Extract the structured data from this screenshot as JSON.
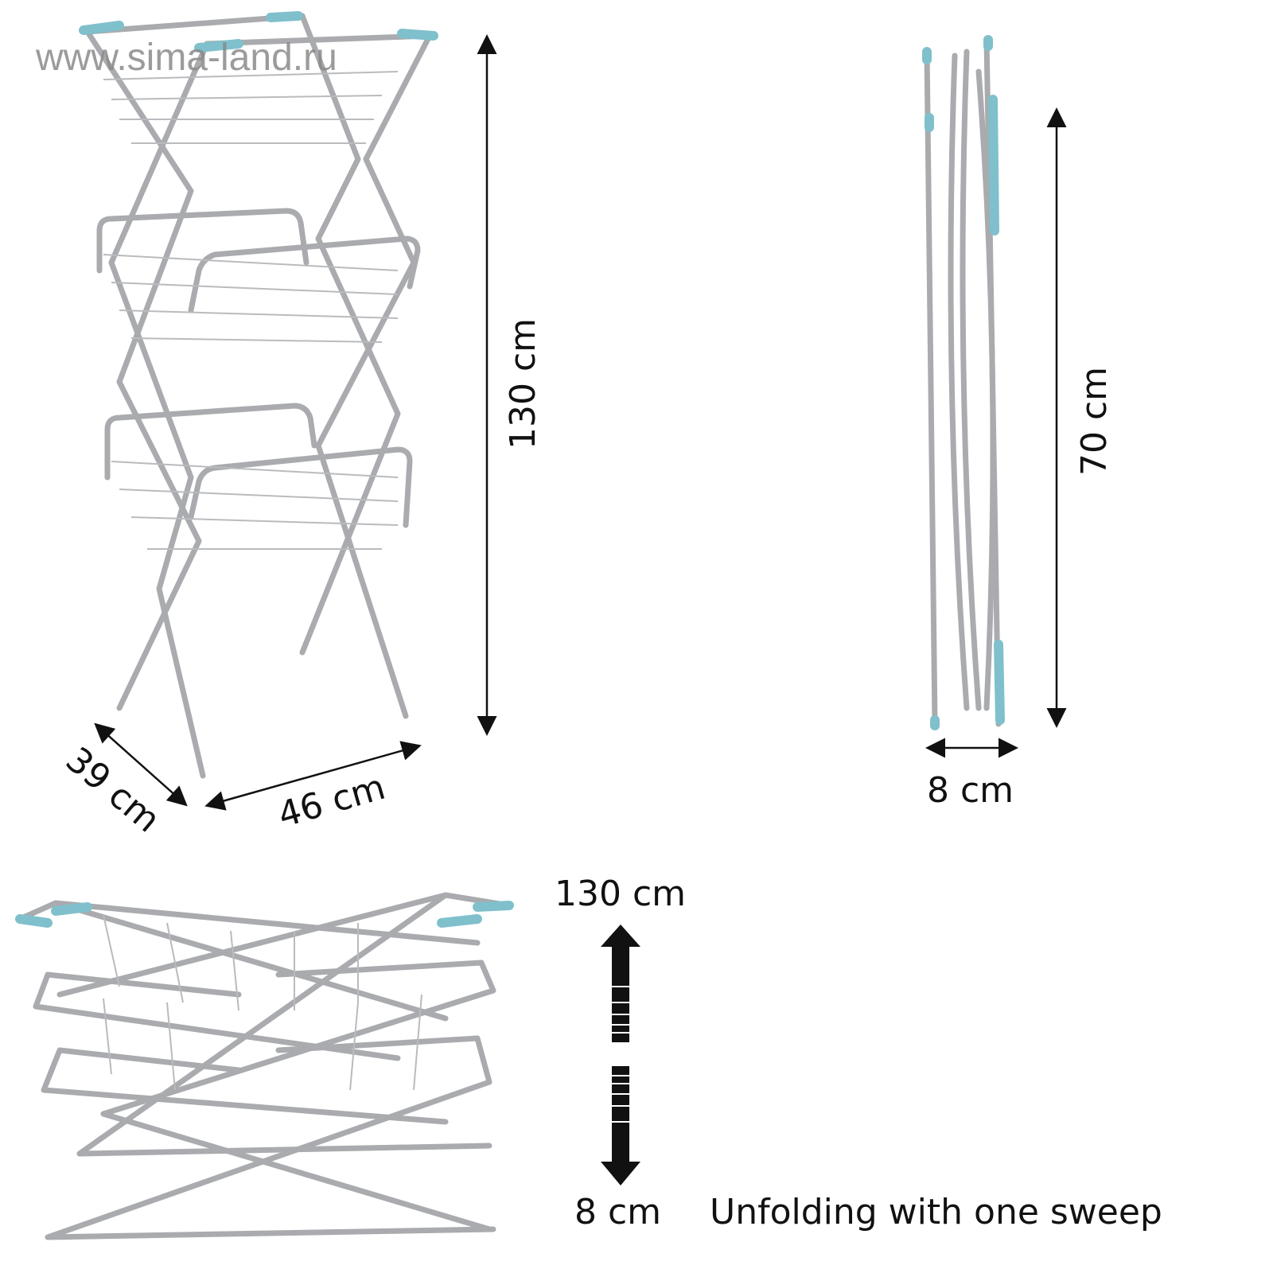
{
  "watermark": "www.sima-land.ru",
  "unfolded_view": {
    "height_label": "130 cm",
    "depth_label": "39 cm",
    "width_label": "46 cm"
  },
  "folded_view": {
    "height_label": "70 cm",
    "width_label": "8 cm"
  },
  "unfolding_view": {
    "top_label": "130 cm",
    "bottom_label": "8 cm",
    "caption": "Unfolding with one sweep"
  },
  "colors": {
    "frame": "#a9abae",
    "caps": "#7fc0cc",
    "text": "#111111"
  }
}
